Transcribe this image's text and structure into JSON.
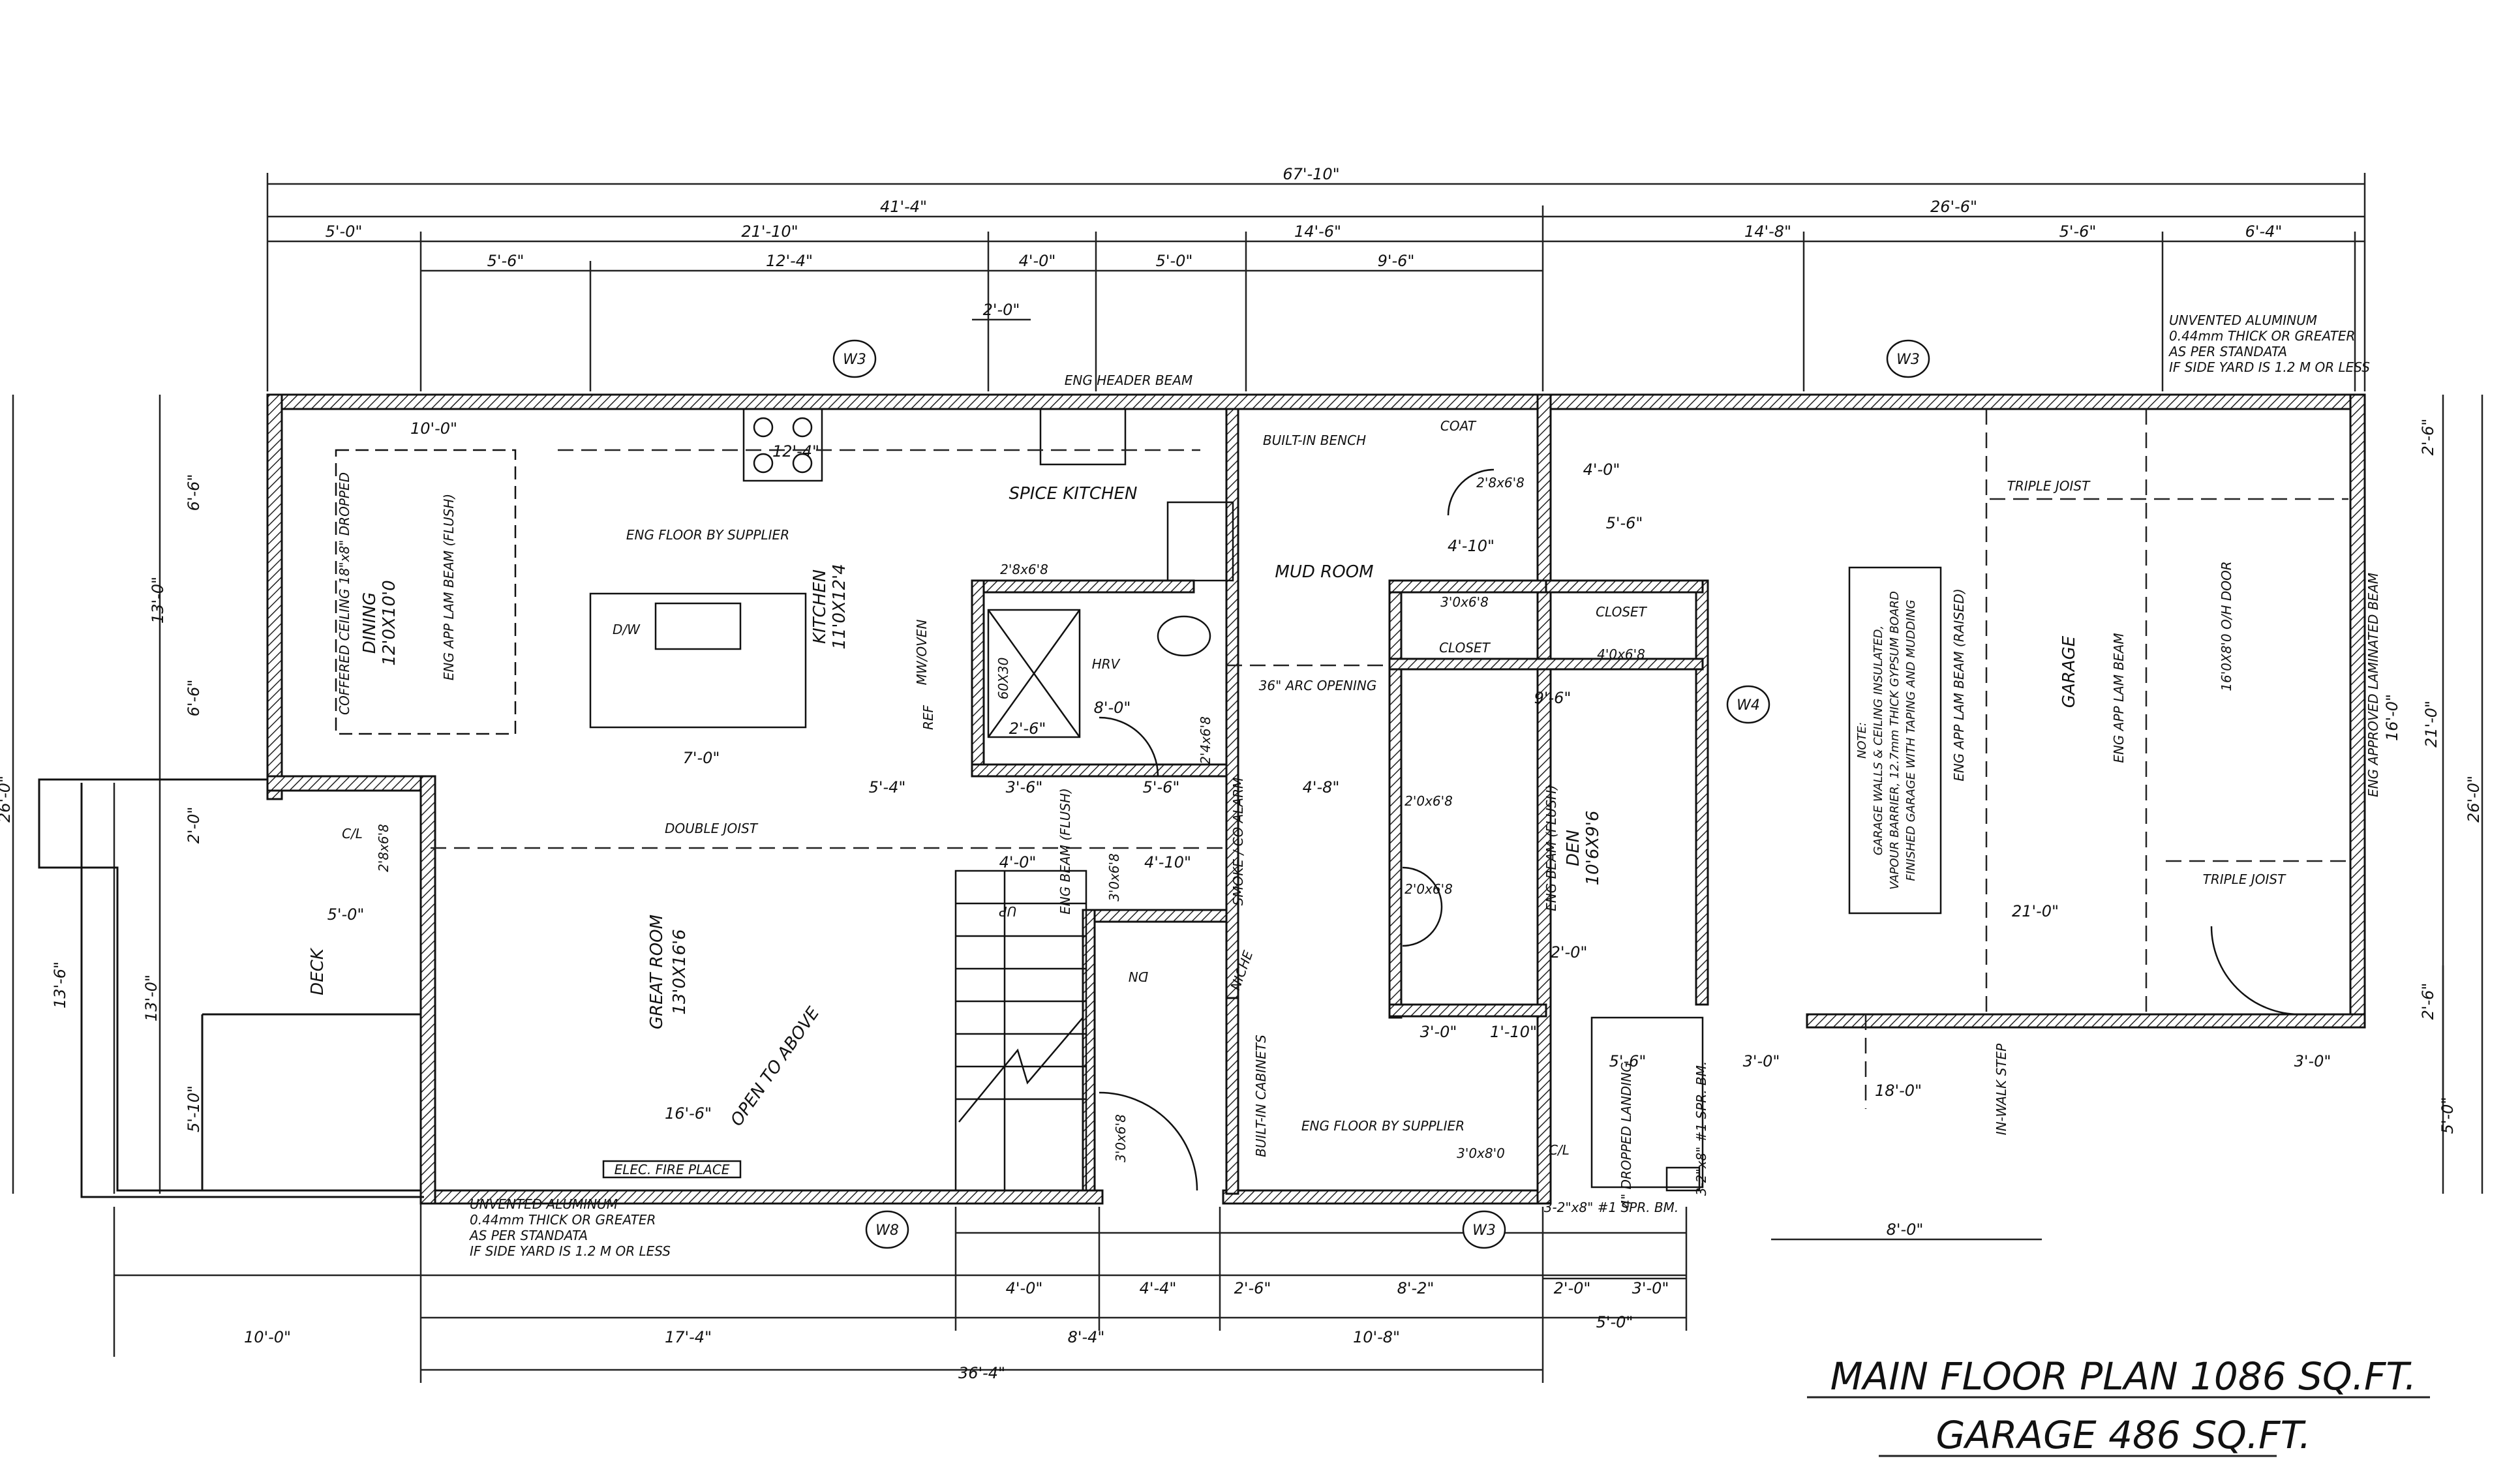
{
  "titles": {
    "main": "MAIN FLOOR PLAN 1086 SQ.FT.",
    "garage": "GARAGE 486 SQ.FT."
  },
  "dims_top": {
    "total": "67'-10\"",
    "house": "41'-4\"",
    "garage": "26'-6\"",
    "row3": [
      "5'-0\"",
      "21'-10\"",
      "14'-6\"",
      "14'-8\"",
      "5'-6\"",
      "6'-4\""
    ],
    "row4": [
      "5'-6\"",
      "12'-4\"",
      "4'-0\"",
      "5'-0\"",
      "9'-6\""
    ],
    "two_ft": "2'-0\""
  },
  "dims_bottom": {
    "row1": [
      "4'-0\"",
      "4'-4\"",
      "2'-6\"",
      "8'-2\"",
      "2'-0\"",
      "3'-0\""
    ],
    "row2": [
      "10'-0\"",
      "17'-4\"",
      "8'-4\"",
      "10'-8\"",
      "5'-0\""
    ],
    "total": "36'-4\"",
    "garage_8": "8'-0\""
  },
  "dims_left": {
    "a": "6'-6\"",
    "b": "13'-0\"",
    "c": "6'-6\"",
    "total": "26'-0\"",
    "d": "2'-0\"",
    "e": "13'-6\"",
    "f": "13'-0\"",
    "g": "5'-10\""
  },
  "dims_right": {
    "a": "2'-6\"",
    "b": "16'-0\"",
    "c": "21'-0\"",
    "total": "26'-0\"",
    "d": "2'-6\"",
    "e": "5'-0\""
  },
  "window_tags": [
    "W3",
    "W3",
    "W4",
    "W3",
    "W8"
  ],
  "notes": {
    "aluminum_top": [
      "UNVENTED ALUMINUM",
      "0.44mm THICK OR GREATER",
      "AS PER STANDATA",
      "IF SIDE YARD IS 1.2 M OR LESS"
    ],
    "aluminum_bottom": [
      "UNVENTED ALUMINUM",
      "0.44mm THICK OR GREATER",
      "AS PER STANDATA",
      "IF SIDE YARD IS 1.2 M OR LESS"
    ],
    "garage_note": [
      "NOTE:",
      "GARAGE WALLS & CEILING INSULATED,",
      "VAPOUR BARRIER, 12.7mm THICK GYPSUM BOARD",
      "FINISHED GARAGE WITH TAPING AND MUDDING"
    ]
  },
  "rooms": {
    "dining": [
      "DINING",
      "12'0X10'0"
    ],
    "coffered": "COFFERED CEILING 18\"x8\" DROPPED",
    "kitchen": [
      "KITCHEN",
      "11'0X12'4"
    ],
    "spice": "SPICE KITCHEN",
    "mud": "MUD ROOM",
    "great": [
      "GREAT ROOM",
      "13'0X16'6"
    ],
    "den": [
      "DEN",
      "10'6X9'6"
    ],
    "garage": "GARAGE",
    "deck": "DECK",
    "open": "OPEN TO ABOVE",
    "closet1": "CLOSET",
    "closet2": "CLOSET",
    "coat": "COAT",
    "bench": "BUILT-IN BENCH",
    "cabinets": "BUILT-IN CABINETS",
    "fireplace": "ELEC. FIRE PLACE",
    "landing": "4\" DROPPED LANDING",
    "niche": "NICHE",
    "walkstep": "IN-WALK STEP",
    "mwoven": "MW/OVEN",
    "ref": "REF",
    "dw": "D/W",
    "hrv": "HRV",
    "shower": "60X30",
    "cl1": "C/L",
    "cl2": "C/L",
    "smoke": "SMOKE / CO ALARM",
    "up": "UP",
    "dn": "DN"
  },
  "beams": {
    "eng_header": "ENG HEADER BEAM",
    "eng_floor1": "ENG FLOOR BY SUPPLIER",
    "eng_floor2": "ENG FLOOR BY SUPPLIER",
    "double_joist": "DOUBLE JOIST",
    "triple_top": "TRIPLE JOIST",
    "triple_bot": "TRIPLE JOIST",
    "lam_flush": "ENG APP LAM BEAM (FLUSH)",
    "beam_flush": "ENG BEAM (FLUSH)",
    "den_beam": "ENG BEAM (FLUSH)",
    "lam_raised": "ENG APP LAM BEAM (RAISED)",
    "garage_lam": "ENG APP LAM BEAM",
    "approved": "ENG APPROVED LAMINATED BEAM",
    "arc": "36\" ARC OPENING",
    "spr_bm1": "3-2\"x8\" #1 SPR. BM.",
    "spr_bm2": "3-2\"x8\" #1 SPR. BM.",
    "oh_door": "16'0X8'0 O/H DOOR"
  },
  "doors": {
    "d1": "2'8x6'8",
    "d2": "2'8x6'8",
    "d3": "2'4x6'8",
    "d4": "3'0x6'8",
    "d5": "4'0x6'8",
    "d6": "2'0x6'8",
    "d7": "2'0x6'8",
    "d8": "3'0x6'8",
    "d9": "3'0x8'0",
    "d10": "2'8x6'8",
    "d11": "3'0x6'8"
  },
  "inner_dims": {
    "i1": "10'-0\"",
    "i2": "12'-4\"",
    "i3": "7'-0\"",
    "i4": "5'-4\"",
    "i5": "3'-6\"",
    "i6": "5'-6\"",
    "i7": "4'-8\"",
    "i8": "4'-0\"",
    "i9": "5'-6\"",
    "i10": "9'-6\"",
    "i11": "16'-6\"",
    "i12": "21'-0\"",
    "i13": "18'-0\"",
    "i14": "3'-0\"",
    "i15": "3'-0\"",
    "i16": "1'-10\"",
    "i17": "5'-6\"",
    "i18": "2'-0\"",
    "i19": "3'-0\"",
    "i20": "4'-0\"",
    "i21": "4'-10\"",
    "i22": "5'-0\"",
    "i23": "8'-0\"",
    "i24": "2'-6\"",
    "i25": "4'-10\""
  }
}
